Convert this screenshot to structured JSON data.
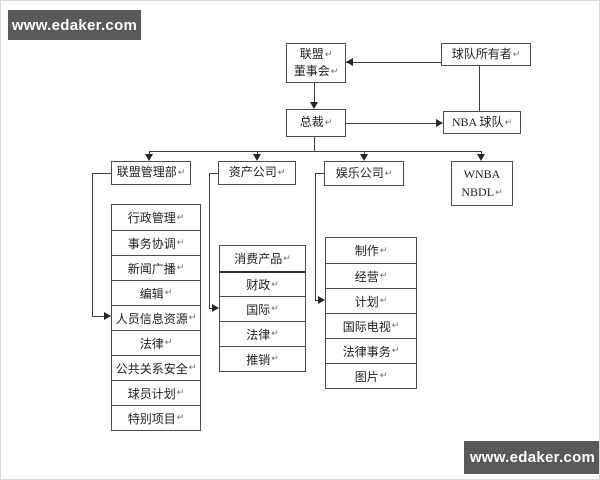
{
  "watermark": {
    "text": "www.edaker.com",
    "bg": "#595959",
    "fg": "#ffffff"
  },
  "return_mark": "↵",
  "colors": {
    "line": "#3f3f3f",
    "box_border": "#4d4d4d",
    "text": "#1f1f1f"
  },
  "nodes": {
    "league_board": {
      "line1": "联盟",
      "line2": "董事会"
    },
    "team_owners": {
      "label": "球队所有者"
    },
    "president": {
      "label": "总裁"
    },
    "nba_teams": {
      "label": "NBA 球队"
    },
    "league_management": {
      "label": "联盟管理部"
    },
    "asset_company": {
      "label": "资产公司"
    },
    "entertainment_company": {
      "label": "娱乐公司"
    },
    "wnba_nbdl": {
      "line1": "WNBA",
      "line2": "NBDL"
    }
  },
  "stacks": {
    "league_management": {
      "items": [
        "行政管理",
        "事务协调",
        "新闻广播",
        "编辑",
        "人员信息资源",
        "法律",
        "公共关系安全",
        "球员计划",
        "特别项目"
      ]
    },
    "asset_company": {
      "items": [
        "消费产品",
        "财政",
        "国际",
        "法律",
        "推销"
      ]
    },
    "entertainment_company": {
      "items": [
        "制作",
        "经营",
        "计划",
        "国际电视",
        "法律事务",
        "图片"
      ]
    }
  }
}
